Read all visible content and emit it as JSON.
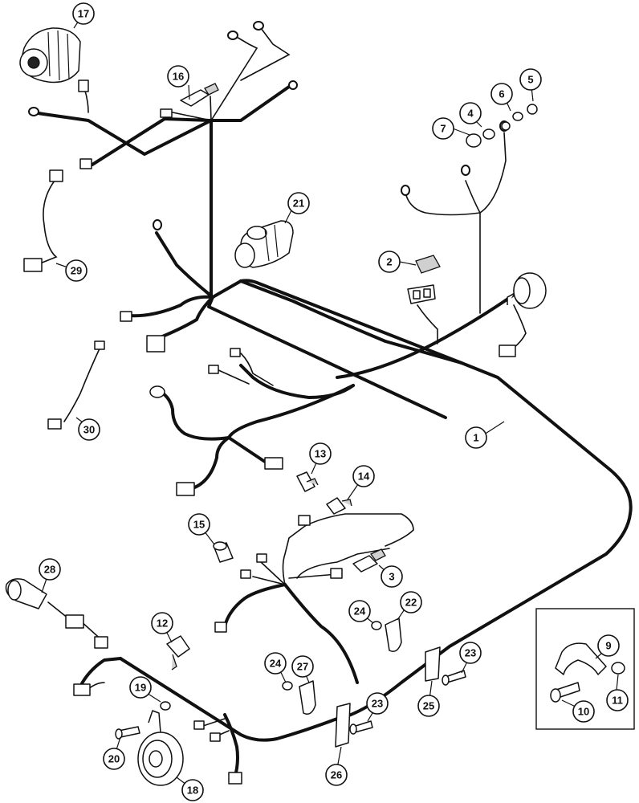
{
  "diagram": {
    "callouts": [
      "1",
      "2",
      "3",
      "4",
      "5",
      "6",
      "7",
      "9",
      "10",
      "11",
      "12",
      "13",
      "14",
      "15",
      "16",
      "17",
      "18",
      "19",
      "20",
      "21",
      "22",
      "23",
      "23",
      "24",
      "24",
      "25",
      "26",
      "27",
      "28",
      "29",
      "30"
    ]
  }
}
